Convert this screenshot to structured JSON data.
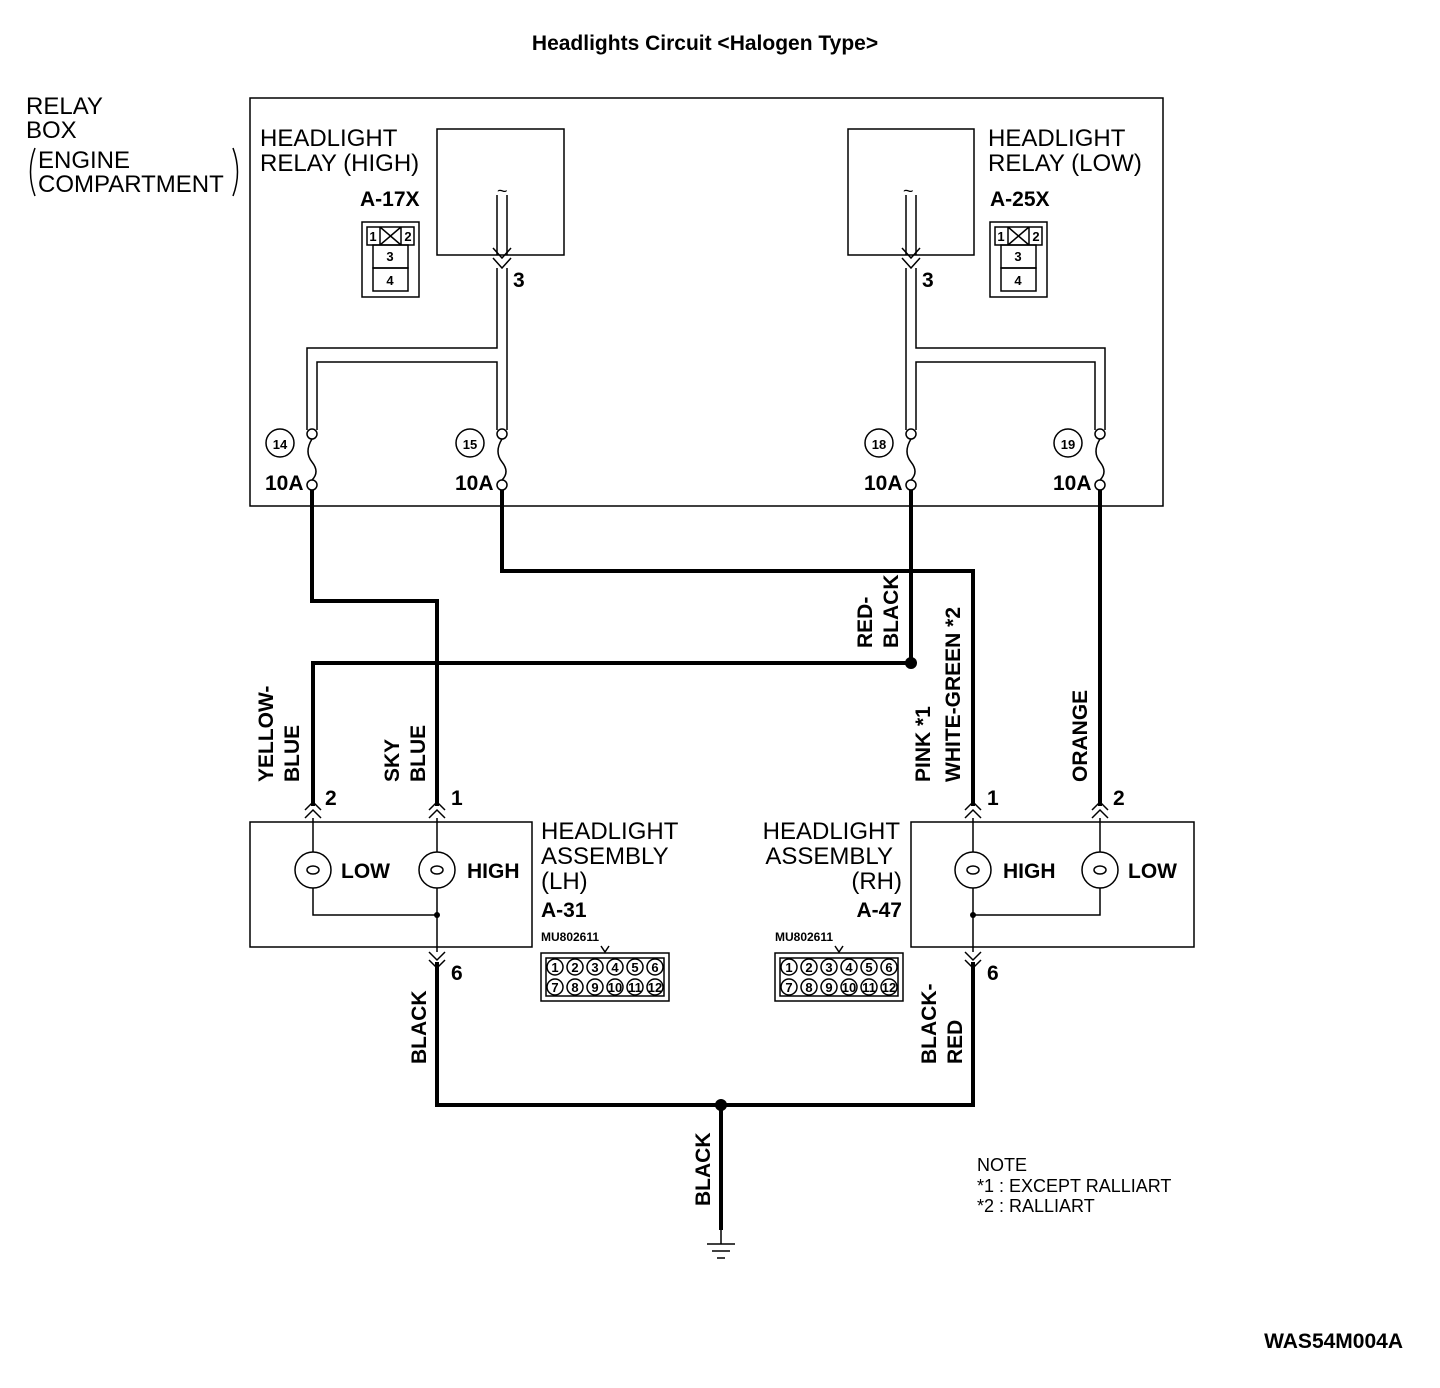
{
  "diagram": {
    "title": "Headlights Circuit <Halogen Type>",
    "relay_box": {
      "label_line1": "RELAY",
      "label_line2": "BOX",
      "label_line3": "ENGINE",
      "label_line4": "COMPARTMENT"
    },
    "relay_high": {
      "label_line1": "HEADLIGHT",
      "label_line2": "RELAY (HIGH)",
      "code": "A-17X",
      "terminal": "3",
      "connector_pins": [
        "1",
        "2",
        "3",
        "4"
      ]
    },
    "relay_low": {
      "label_line1": "HEADLIGHT",
      "label_line2": "RELAY (LOW)",
      "code": "A-25X",
      "terminal": "3",
      "connector_pins": [
        "1",
        "2",
        "3",
        "4"
      ]
    },
    "fuses": [
      {
        "number": "14",
        "rating": "10A"
      },
      {
        "number": "15",
        "rating": "10A"
      },
      {
        "number": "18",
        "rating": "10A"
      },
      {
        "number": "19",
        "rating": "10A"
      }
    ],
    "wires": {
      "yellow_blue_1": "YELLOW-",
      "yellow_blue_2": "BLUE",
      "sky_blue_1": "SKY",
      "sky_blue_2": "BLUE",
      "red_black_1": "RED-",
      "red_black_2": "BLACK",
      "pink": "PINK *1",
      "white_green": "WHITE-GREEN *2",
      "orange": "ORANGE",
      "black_lh": "BLACK",
      "black_red_1": "BLACK-",
      "black_red_2": "RED",
      "black_ground": "BLACK"
    },
    "headlight_lh": {
      "label_line1": "HEADLIGHT",
      "label_line2": "ASSEMBLY",
      "label_line3": "(LH)",
      "code": "A-31",
      "part_no": "MU802611",
      "pin_low": "2",
      "pin_high": "1",
      "pin_ground": "6",
      "bulb_low": "LOW",
      "bulb_high": "HIGH"
    },
    "headlight_rh": {
      "label_line1": "HEADLIGHT",
      "label_line2": "ASSEMBLY",
      "label_line3": "(RH)",
      "code": "A-47",
      "part_no": "MU802611",
      "pin_high": "1",
      "pin_low": "2",
      "pin_ground": "6",
      "bulb_high": "HIGH",
      "bulb_low": "LOW"
    },
    "connector_pins_12": [
      "1",
      "2",
      "3",
      "4",
      "5",
      "6",
      "7",
      "8",
      "9",
      "10",
      "11",
      "12"
    ],
    "note": {
      "heading": "NOTE",
      "line1": "*1 : EXCEPT RALLIART",
      "line2": "*2 : RALLIART"
    },
    "figure_code": "WAS54M004A"
  }
}
